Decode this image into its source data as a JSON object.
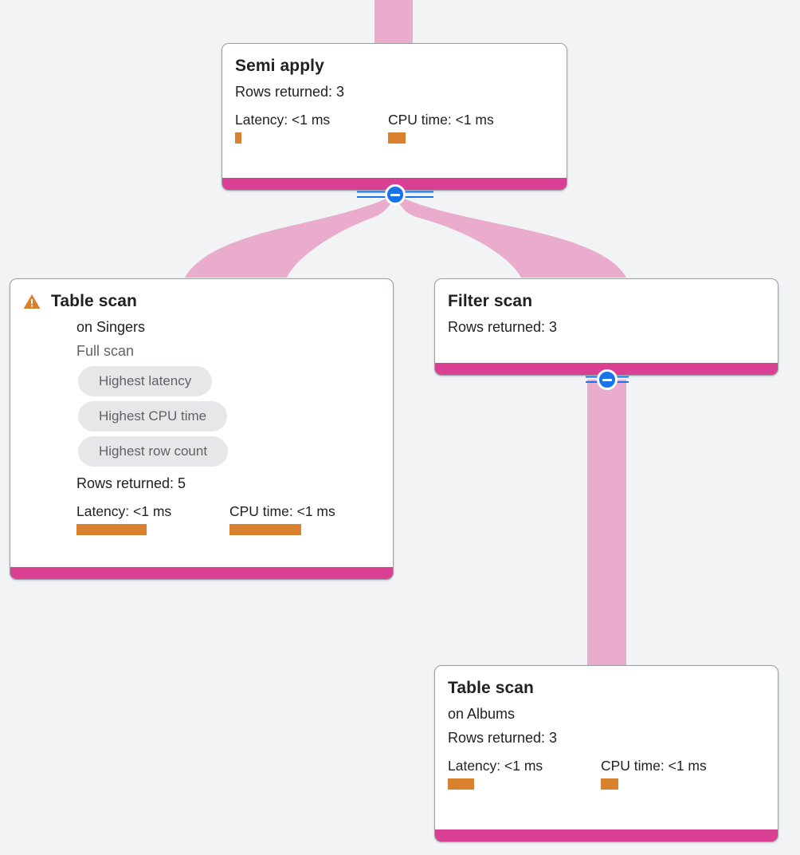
{
  "canvas": {
    "background_color": "#f1f3f4",
    "accent_color": "#d93f92",
    "edge_color": "#eaaccd",
    "metric_bar_color": "#d9812e",
    "toggle_color": "#1a73e8",
    "chip_background": "#e5e7e9"
  },
  "nodes": [
    {
      "id": "semi-apply",
      "title": "Semi apply",
      "rows_returned": "Rows returned: 3",
      "latency_label": "Latency: <1 ms",
      "cpu_label": "CPU time: <1 ms",
      "latency_bar_width": 8,
      "cpu_bar_width": 22,
      "has_warning": false
    },
    {
      "id": "table-scan-singers",
      "title": "Table scan",
      "subtitle": "on Singers",
      "scan_type": "Full scan",
      "chips": [
        "Highest latency",
        "Highest CPU time",
        "Highest row count"
      ],
      "rows_returned": "Rows returned: 5",
      "latency_label": "Latency: <1 ms",
      "cpu_label": "CPU time: <1 ms",
      "latency_bar_width": 88,
      "cpu_bar_width": 90,
      "has_warning": true,
      "warning_icon": "warning-triangle-icon"
    },
    {
      "id": "filter-scan",
      "title": "Filter scan",
      "rows_returned": "Rows returned: 3",
      "has_warning": false
    },
    {
      "id": "table-scan-albums",
      "title": "Table scan",
      "subtitle": "on Albums",
      "rows_returned": "Rows returned: 3",
      "latency_label": "Latency: <1 ms",
      "cpu_label": "CPU time: <1 ms",
      "latency_bar_width": 33,
      "cpu_bar_width": 22,
      "has_warning": false
    }
  ],
  "toggles": [
    {
      "id": "toggle-semi-apply",
      "state": "expanded",
      "glyph": "minus"
    },
    {
      "id": "toggle-filter-scan",
      "state": "expanded",
      "glyph": "minus"
    }
  ]
}
